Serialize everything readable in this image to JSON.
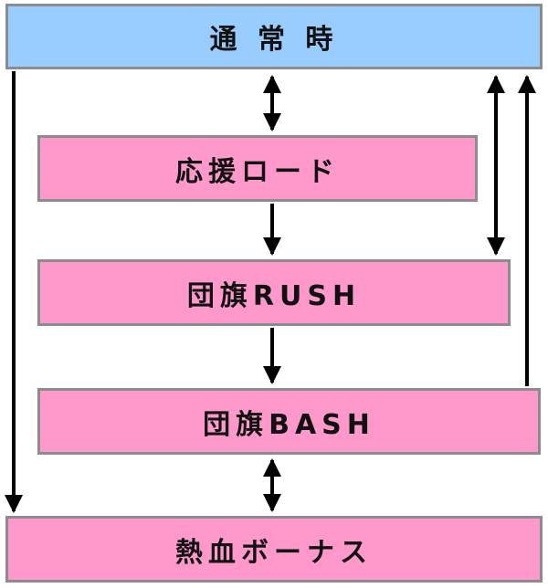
{
  "colors": {
    "normal_fill": "#99ccff",
    "bonus_fill": "#ff99cc",
    "border": "#8c8c8c",
    "arrow": "#000000"
  },
  "states": {
    "normal": "通 常 時",
    "ouen_road": "応援ロード",
    "danki_rush": "団旗RUSH",
    "danki_bash": "団旗BASH",
    "nekketsu_bonus": "熱血ボーナス"
  }
}
